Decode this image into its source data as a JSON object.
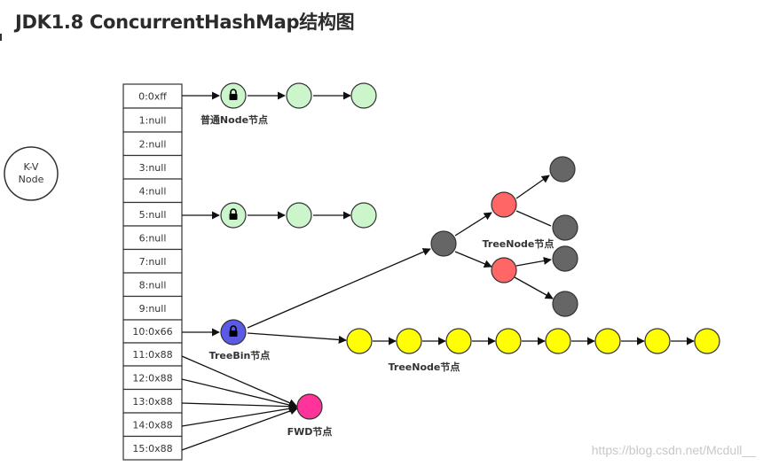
{
  "title": "JDK1.8 ConcurrentHashMap结构图",
  "legend": {
    "kv_node": [
      "K-V",
      "Node"
    ]
  },
  "table_rows": [
    "0:0xff",
    "1:null",
    "2:null",
    "3:null",
    "4:null",
    "5:null",
    "6:null",
    "7:null",
    "8:null",
    "9:null",
    "10:0x66",
    "11:0x88",
    "12:0x88",
    "13:0x88",
    "14:0x88",
    "15:0x88"
  ],
  "labels": {
    "normal_node": "普通Node节点",
    "treebin": "TreeBin节点",
    "treenode_top": "TreeNode节点",
    "treenode_list": "TreeNode节点",
    "fwd": "FWD节点"
  },
  "watermark": "https://blog.csdn.net/Mcdull__",
  "colors": {
    "normal_node_fill": "#ccf5cc",
    "treebin_fill": "#5a5ae6",
    "tree_red_fill": "#ff6666",
    "tree_gray_fill": "#666666",
    "treenode_yellow_fill": "#ffff00",
    "fwd_fill": "#ff3399"
  }
}
